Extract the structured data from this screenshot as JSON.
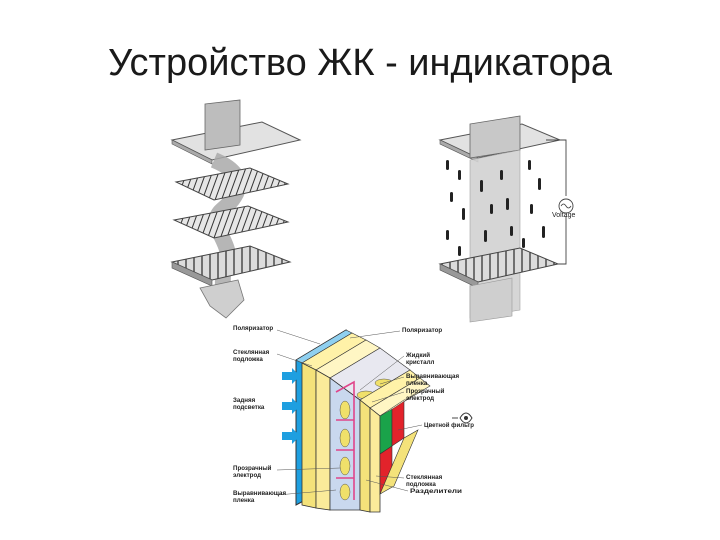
{
  "title": "Устройство ЖК - индикатора",
  "voltage_label": "Voltage",
  "cross_section": {
    "labels_left": [
      "Поляризатор",
      "Стеклянная подложка",
      "Задняя подсветка",
      "Прозрачный электрод",
      "Выравнивающая пленка"
    ],
    "labels_right": [
      "Поляризатор",
      "Жидкий кристалл",
      "Выравнивающая пленка",
      "Прозрачный электрод",
      "Цветной фильтр",
      "Стеклянная подложка",
      "Разделители"
    ]
  }
}
